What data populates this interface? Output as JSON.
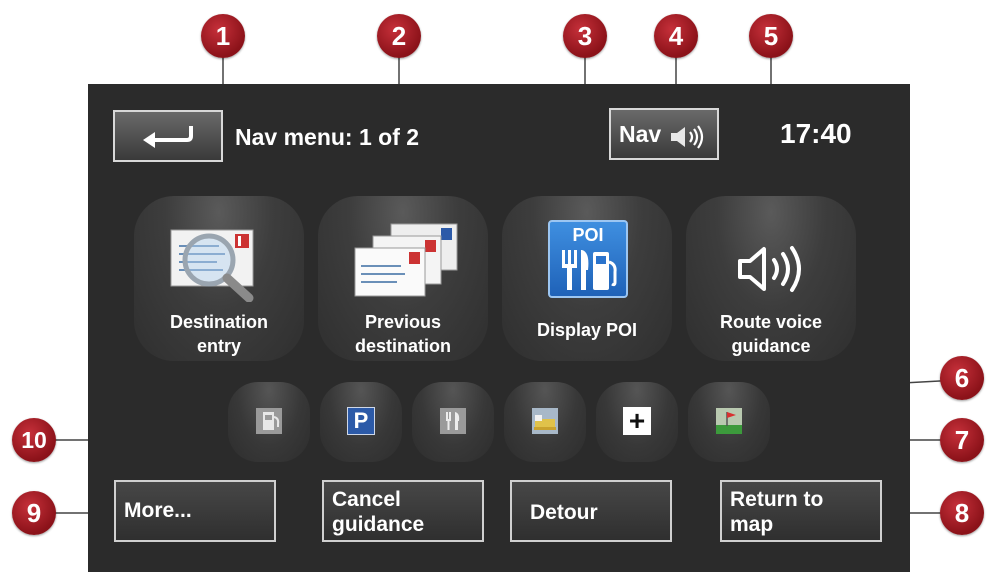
{
  "header": {
    "title": "Nav menu: 1 of 2",
    "nav_audio_label": "Nav",
    "clock": "17:40"
  },
  "tiles": [
    {
      "line1": "Destination",
      "line2": "entry",
      "icon": "destination-search-icon"
    },
    {
      "line1": "Previous",
      "line2": "destination",
      "icon": "previous-destination-icon"
    },
    {
      "line1": "Display POI",
      "line2": "",
      "icon": "poi-icon",
      "icon_text": "POI"
    },
    {
      "line1": "Route voice",
      "line2": "guidance",
      "icon": "voice-guidance-icon"
    }
  ],
  "shortcuts": [
    {
      "icon": "fuel-station-icon"
    },
    {
      "icon": "parking-icon",
      "glyph": "P"
    },
    {
      "icon": "restaurant-icon"
    },
    {
      "icon": "hotel-icon"
    },
    {
      "icon": "hospital-icon",
      "glyph": "+"
    },
    {
      "icon": "golf-icon"
    }
  ],
  "buttons": {
    "more": "More...",
    "cancel_line1": "Cancel",
    "cancel_line2": "guidance",
    "detour": "Detour",
    "return_line1": "Return to",
    "return_line2": "map"
  },
  "callouts": [
    "1",
    "2",
    "3",
    "4",
    "5",
    "6",
    "7",
    "8",
    "9",
    "10"
  ],
  "colors": {
    "screen_bg": "#2b2b2b",
    "callout": "#a51c24",
    "poi_blue": "#2a73cc",
    "parking_blue": "#2c5aa8"
  }
}
